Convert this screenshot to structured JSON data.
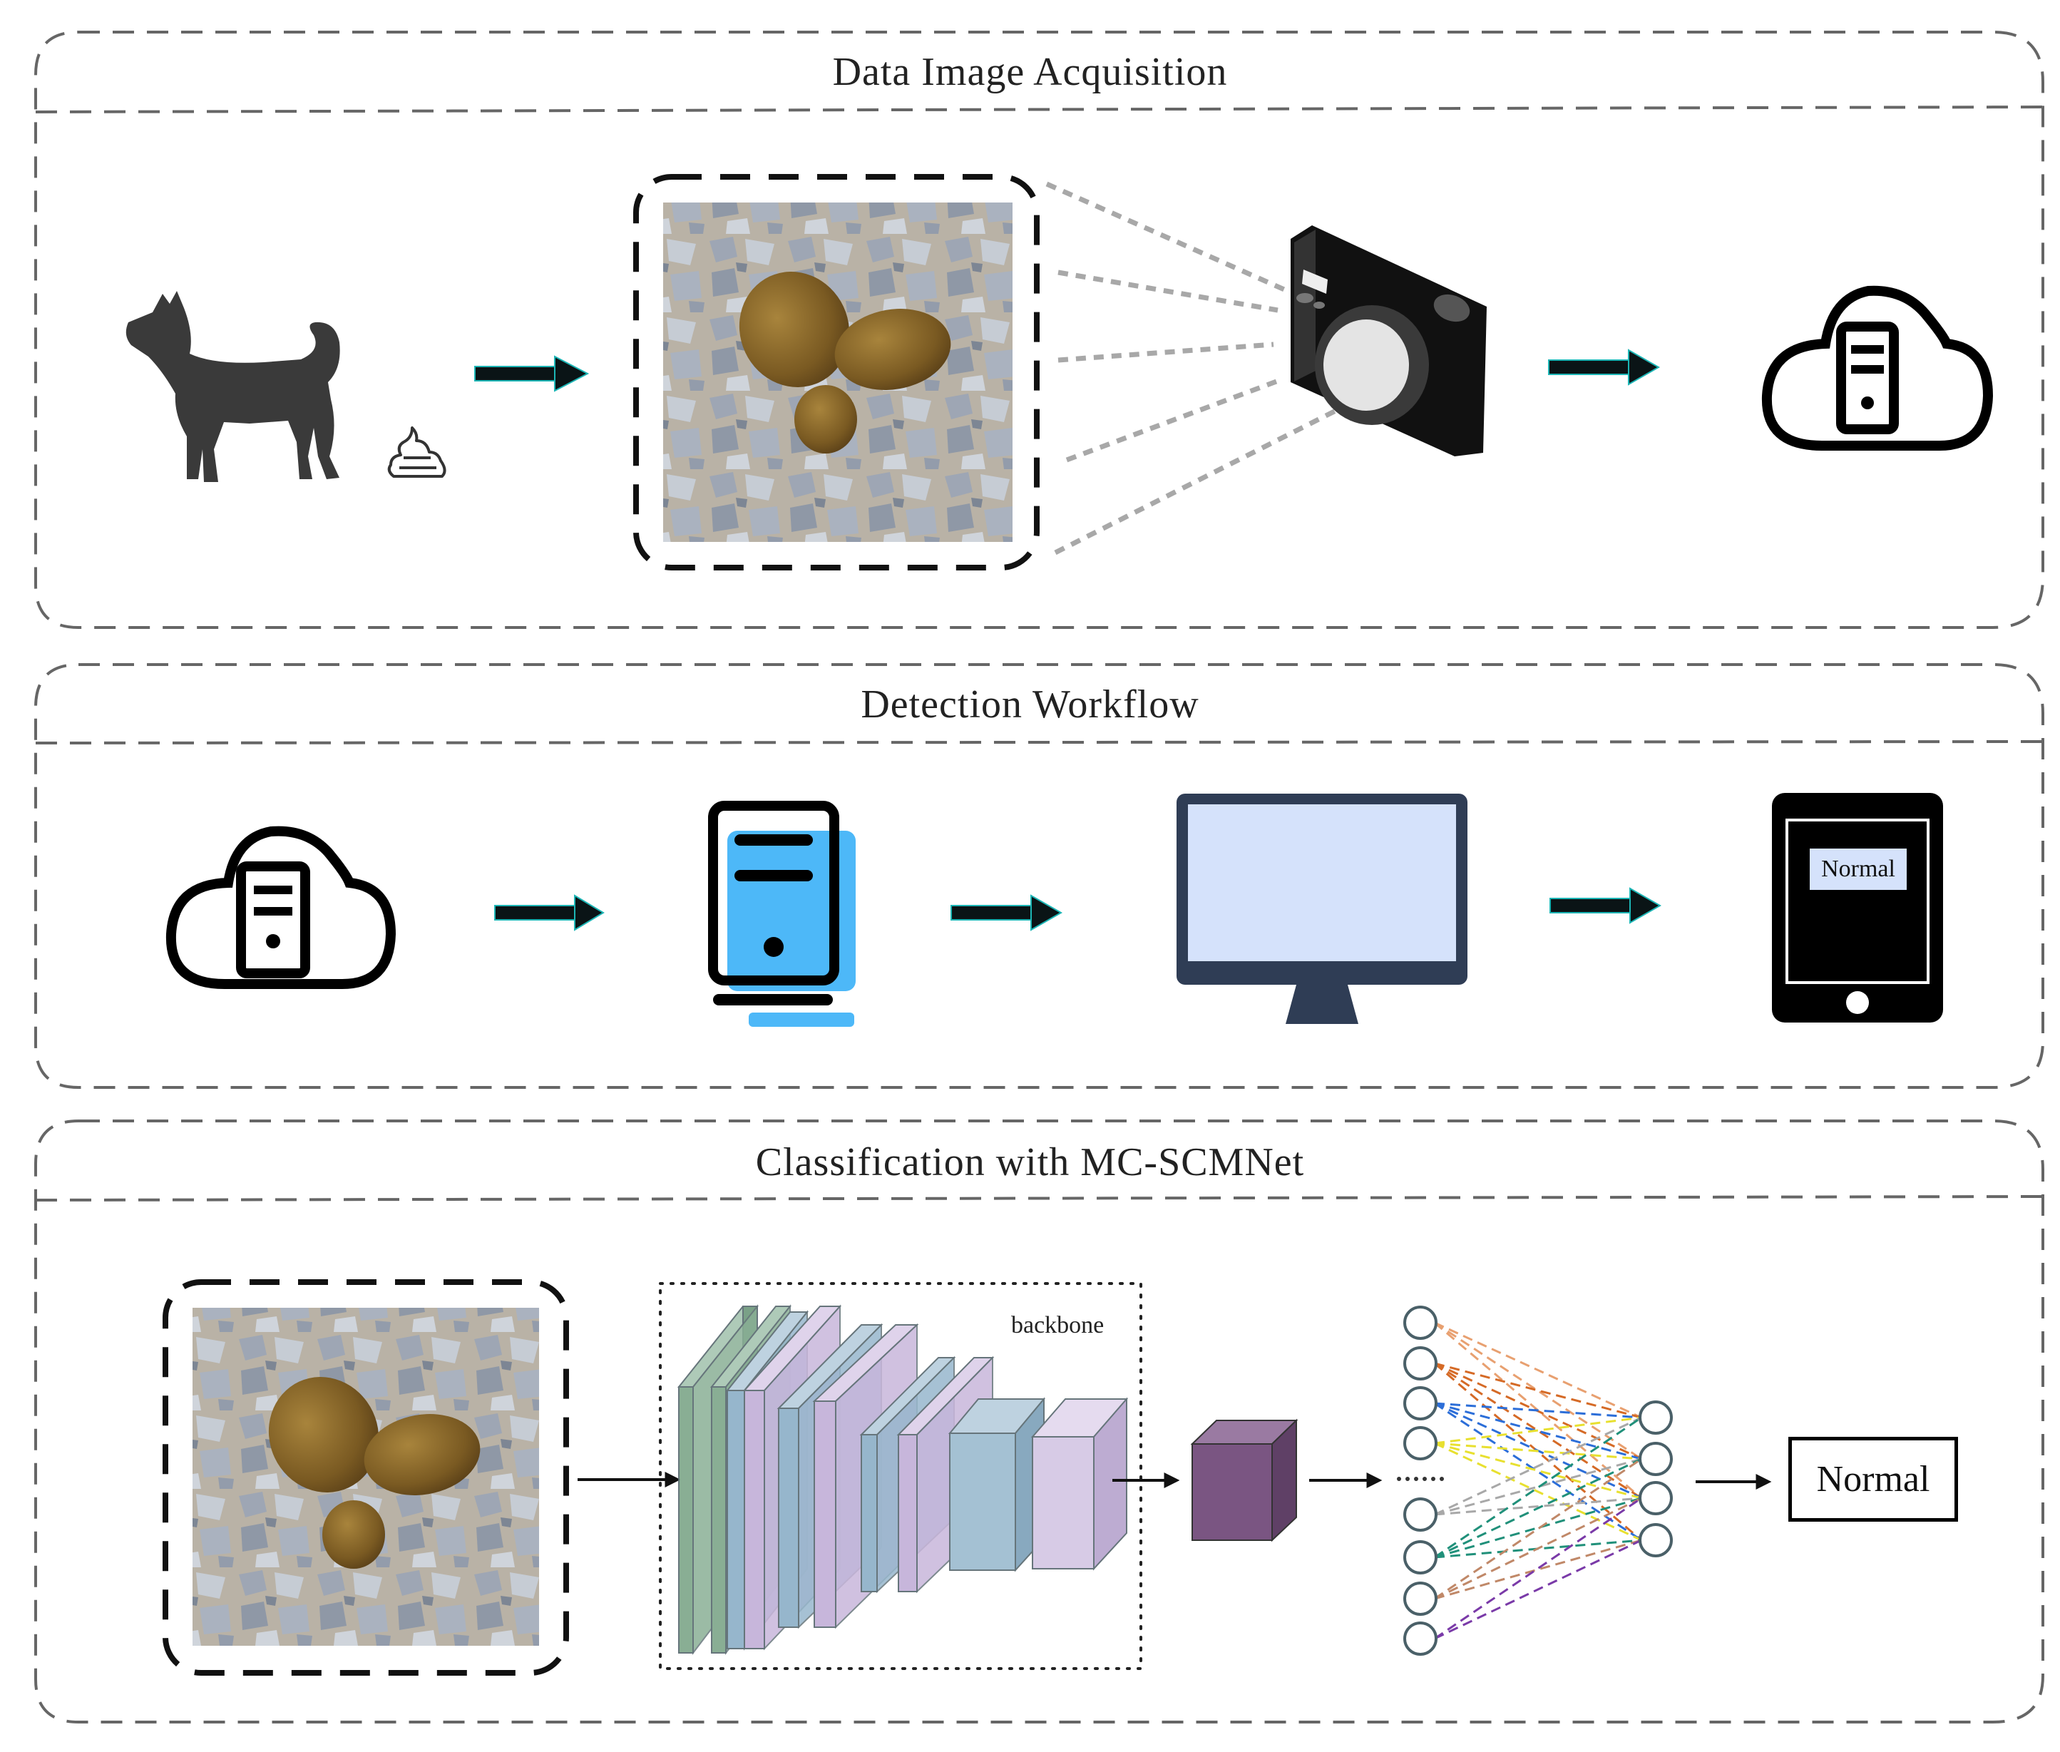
{
  "sections": {
    "acquisition": {
      "title": "Data Image Acquisition"
    },
    "workflow": {
      "title": "Detection Workflow"
    },
    "classification": {
      "title": "Classification with MC-SCMNet"
    }
  },
  "network": {
    "backbone_label": "backbone"
  },
  "result": {
    "tablet_label": "Normal",
    "output_label": "Normal"
  },
  "icons": {
    "dog": "dog-silhouette-icon",
    "poop": "poop-icon",
    "camera": "camera-icon",
    "cloud_server": "cloud-server-icon",
    "computer": "computer-tower-icon",
    "monitor": "monitor-icon",
    "tablet": "tablet-icon"
  },
  "colors": {
    "arrow": "#0a1416",
    "arrow_edge": "#1cb5b5",
    "server_accent": "#4db8f8",
    "monitor_frame": "#2f3d55",
    "monitor_screen": "#d5e2fb",
    "layer_green": "#7fa88c",
    "layer_blue": "#8eb0c8",
    "layer_purple": "#c3b0d8",
    "feature_cube": "#7a5582"
  }
}
